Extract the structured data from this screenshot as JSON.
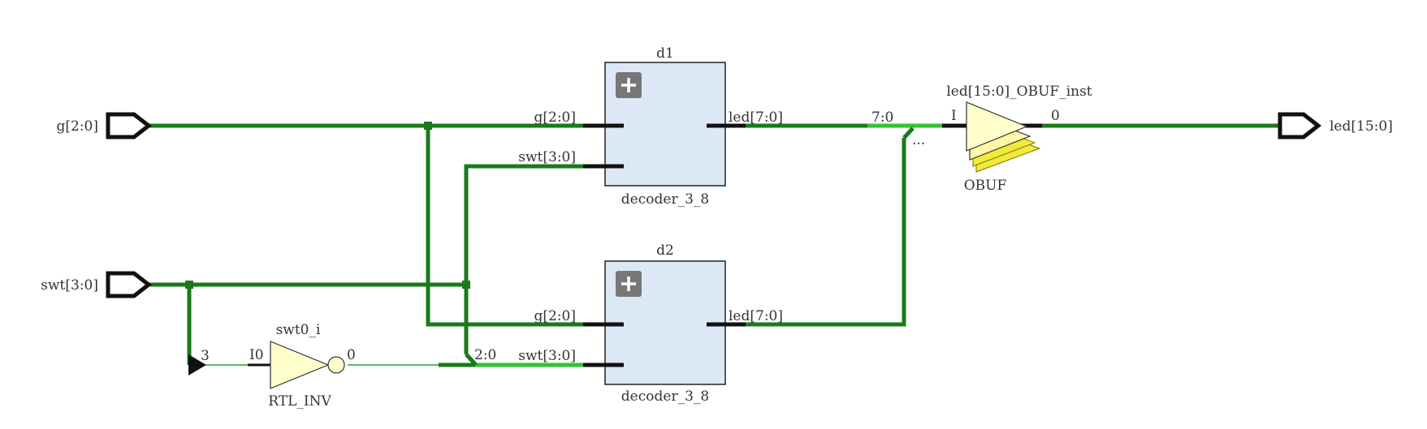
{
  "ports": {
    "g_in": "g[2:0]",
    "swt_in": "swt[3:0]",
    "led_out": "led[15:0]"
  },
  "blocks": {
    "d1": {
      "instance": "d1",
      "module": "decoder_3_8",
      "pin_g": "g[2:0]",
      "pin_swt": "swt[3:0]",
      "pin_led": "led[7:0]"
    },
    "d2": {
      "instance": "d2",
      "module": "decoder_3_8",
      "pin_g": "g[2:0]",
      "pin_swt": "swt[3:0]",
      "pin_led": "led[7:0]"
    }
  },
  "inverter": {
    "instance": "swt0_i",
    "type": "RTL_INV",
    "in_pin": "I0",
    "out_pin": "0",
    "bit_index": "3",
    "slice_label": "2:0"
  },
  "obuf": {
    "instance": "led[15:0]_OBUF_inst",
    "type": "OBUF",
    "in_pin": "I",
    "out_pin": "0",
    "slice_label": "7:0",
    "more_label": "..."
  },
  "icons": {
    "expand": "plus-icon"
  },
  "colors": {
    "wire": "#1a7a1a",
    "wire_highlight": "#33c233",
    "block_fill": "#dce8f6",
    "gate_fill": "#ffffcc"
  }
}
